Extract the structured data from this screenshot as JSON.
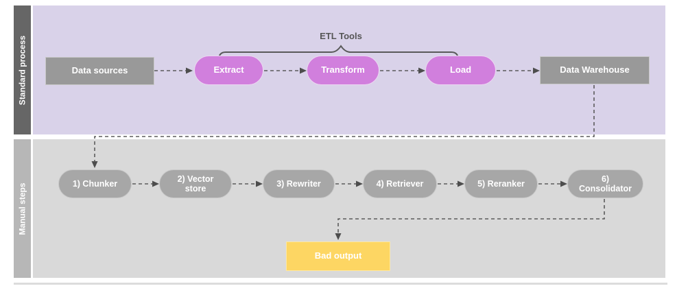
{
  "diagram": {
    "lanes": [
      {
        "label": "Standard process"
      },
      {
        "label": "Manual steps"
      }
    ],
    "annotation": {
      "etl_tools_label": "ETL Tools"
    },
    "standard": {
      "data_sources": "Data sources",
      "extract": "Extract",
      "transform": "Transform",
      "load": "Load",
      "data_warehouse": "Data Warehouse"
    },
    "manual": {
      "chunker": "1) Chunker",
      "vector_store": "2) Vector store",
      "rewriter": "3) Rewriter",
      "retriever": "4) Retriever",
      "reranker": "5) Reranker",
      "consolidator": "6) Consolidator",
      "bad_output": "Bad output"
    },
    "colors": {
      "dark_sidebar": "#666666",
      "light_sidebar": "#b7b7b7",
      "purple_lane": "#d9d2e9",
      "gray_lane": "#d9d9d9",
      "gray_node": "#999999",
      "gray_pill": "#a7a7a7",
      "purple_pill": "#d17fdd",
      "purple_border": "#ecd6f2",
      "yellow_node": "#fdd663",
      "yellow_border": "#fce8a6",
      "node_border": "#c9c9c9",
      "connector": "#5b5b5b",
      "label_dark": "#555555"
    }
  }
}
